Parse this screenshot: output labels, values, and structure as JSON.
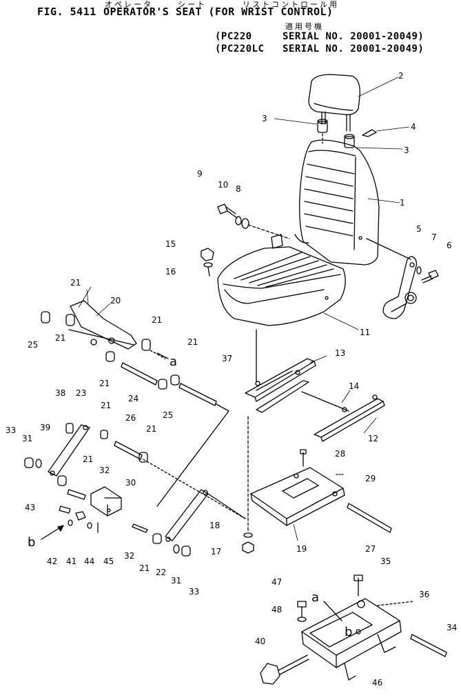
{
  "header": {
    "fig_label": "FIG. 5411",
    "title": "OPERATOR'S SEAT (FOR WRIST CONTROL)",
    "kana_operator": "オペレータ",
    "kana_seat": "シート",
    "kana_wrist": "リストコントロール用",
    "applicable_label": "適用号機",
    "serials": [
      {
        "model": "(PC220",
        "range": "SERIAL NO. 20001-20049)"
      },
      {
        "model": "(PC220LC",
        "range": "SERIAL NO. 20001-20049)"
      }
    ]
  },
  "callouts": [
    "1",
    "2",
    "3",
    "3",
    "4",
    "5",
    "6",
    "7",
    "8",
    "9",
    "10",
    "11",
    "12",
    "13",
    "14",
    "15",
    "16",
    "17",
    "18",
    "19",
    "20",
    "21",
    "21",
    "21",
    "21",
    "21",
    "21",
    "21",
    "21",
    "21",
    "22",
    "23",
    "24",
    "25",
    "25",
    "26",
    "27",
    "28",
    "29",
    "30",
    "31",
    "31",
    "32",
    "32",
    "33",
    "33",
    "34",
    "35",
    "36",
    "37",
    "38",
    "39",
    "40",
    "41",
    "42",
    "43",
    "44",
    "45",
    "46",
    "47",
    "48",
    "a",
    "a",
    "b",
    "b"
  ]
}
